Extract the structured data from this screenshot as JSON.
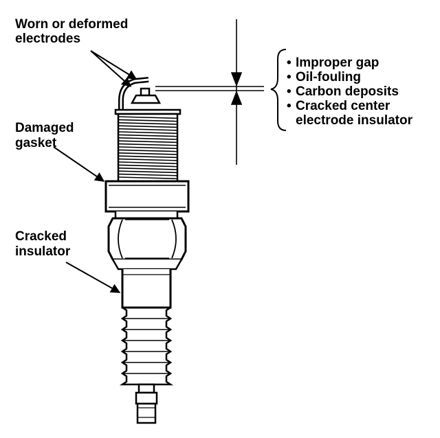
{
  "diagram": {
    "callouts": {
      "worn_electrodes": [
        "Worn or deformed",
        "electrodes"
      ],
      "damaged_gasket": [
        "Damaged",
        "gasket"
      ],
      "cracked_insulator": [
        "Cracked",
        "insulator"
      ]
    },
    "bullet_symbol": "•",
    "gap_issues": [
      "Improper gap",
      "Oil-fouling",
      "Carbon deposits",
      "Cracked center"
    ],
    "gap_issue_continuation": "electrode insulator"
  }
}
